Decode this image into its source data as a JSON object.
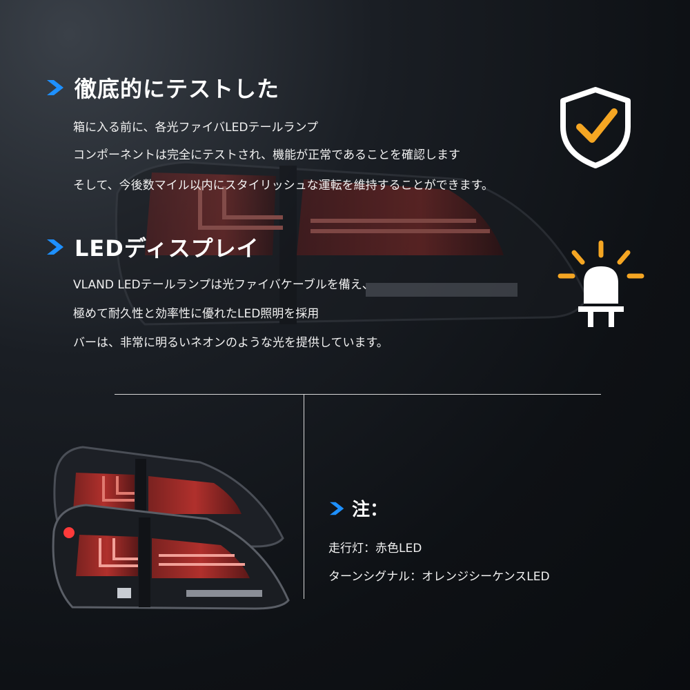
{
  "section1": {
    "title": "徹底的にテストした",
    "lines": [
      "箱に入る前に、各光ファイバLEDテールランプ",
      "コンポーネントは完全にテストされ、機能が正常であることを確認します",
      "そして、今後数マイル以内にスタイリッシュな運転を維持することができます。"
    ]
  },
  "section2": {
    "title": "LEDディスプレイ",
    "lines": [
      "VLAND LEDテールランプは光ファイバケーブルを備え、",
      "極めて耐久性と効率性に優れたLED照明を採用",
      "バーは、非常に明るいネオンのような光を提供しています。"
    ]
  },
  "notes": {
    "title": "注：",
    "running_light": "走行灯：赤色LED",
    "turn_signal": "ターンシグナル：オレンジシーケンスLED"
  },
  "icons": {
    "chevron": "chevron-right-icon",
    "shield": "shield-check-icon",
    "bulb": "led-bulb-icon"
  },
  "colors": {
    "accent_blue": "#1e90ff",
    "accent_orange": "#f5a623",
    "lamp_red": "#b0302c",
    "text": "#ffffff"
  }
}
